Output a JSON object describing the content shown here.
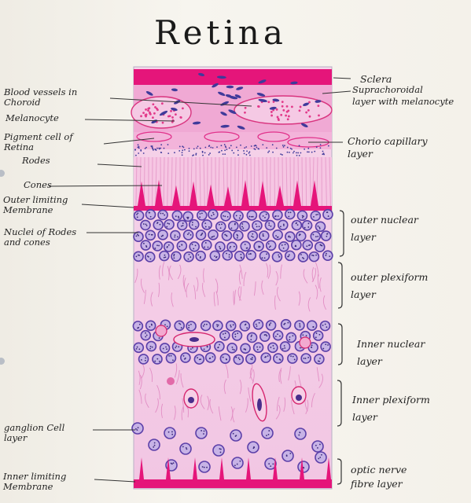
{
  "title": "Retina",
  "left_labels": {
    "blood_vessels": "Blood vessels in\nChoroid",
    "melanocyte": "Melanocyte",
    "pigment_cell": "Pigment cell of\nRetina",
    "rods": "Rodes",
    "cones": "Cones",
    "outer_limiting": "Outer limiting\nMembrane",
    "nuclei": "Nuclei of Rodes\nand cones",
    "ganglion": "ganglion Cell\nlayer",
    "inner_limiting": "Inner limiting\nMembrane"
  },
  "right_labels": {
    "sclera": "Sclera",
    "suprachoroidal": "Suprachoroidal\nlayer with melanocyte",
    "choriocapillary": "Chorio capillary\nlayer",
    "outer_nuclear": "outer nuclear\nlayer",
    "outer_plexiform": "outer plexiform\nlayer",
    "inner_nuclear": "Inner nuclear\nlayer",
    "inner_plexiform": "Inner plexiform\nlayer",
    "optic_nerve": "optic nerve\nfibre layer"
  },
  "colors": {
    "sclera": "#e5157a",
    "nuclei": "#6a4fb0",
    "pink_light": "#f3bfe0",
    "pink_mid": "#ea8cc6",
    "ink": "#222222"
  }
}
